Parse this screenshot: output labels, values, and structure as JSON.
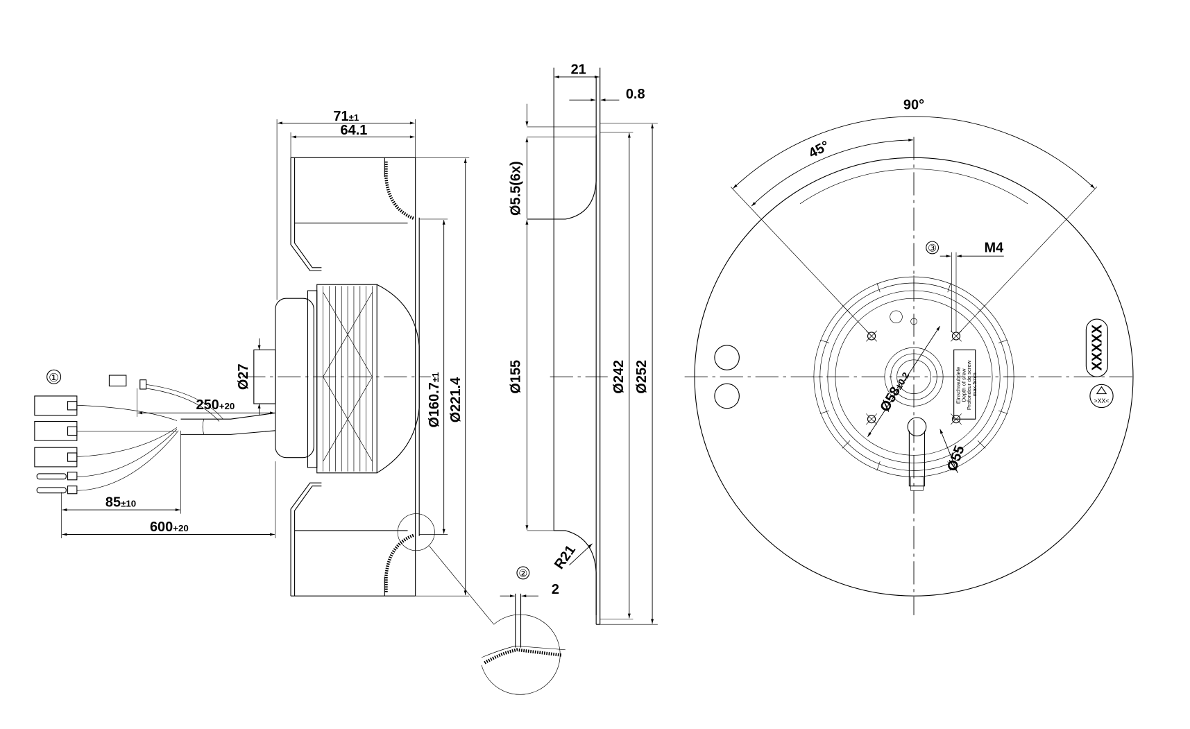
{
  "side_view": {
    "overall_depth": {
      "main": "71",
      "tol": "±1"
    },
    "blade_depth": "64.1",
    "hub_diameter": "Ø27",
    "inner_diameter": {
      "main": "Ø160.7",
      "tol": "±1"
    },
    "outer_diameter": "Ø221.4",
    "cable_ref_marker": "①",
    "cable_length_short": {
      "main": "250",
      "tol": "+20"
    },
    "strip_length": {
      "main": "85",
      "tol": "±10"
    },
    "cable_length_long": {
      "main": "600",
      "tol": "+20"
    }
  },
  "section_view": {
    "plate_depth": "21",
    "plate_thickness": "0.8",
    "hole_diameter": "Ø5.5(6x)",
    "inlet_diameter": "Ø155",
    "bolt_circle": "Ø242",
    "plate_diameter": "Ø252",
    "radius": "R21",
    "detail_marker": "②",
    "detail_dim": "2"
  },
  "front_view": {
    "angle_total": "90°",
    "angle_half": "45°",
    "thread_marker": "③",
    "thread": "M4",
    "hub_diameter": {
      "main": "Ø58",
      "tol": "±0.2"
    },
    "ring_diameter": "Ø55",
    "part_number_placeholder": "XXXXX",
    "material_code": ">XX<",
    "screw_label": [
      "Einschraubtiefe",
      "Depth of srew",
      "Profondeur de screw",
      "max.5mm"
    ]
  }
}
